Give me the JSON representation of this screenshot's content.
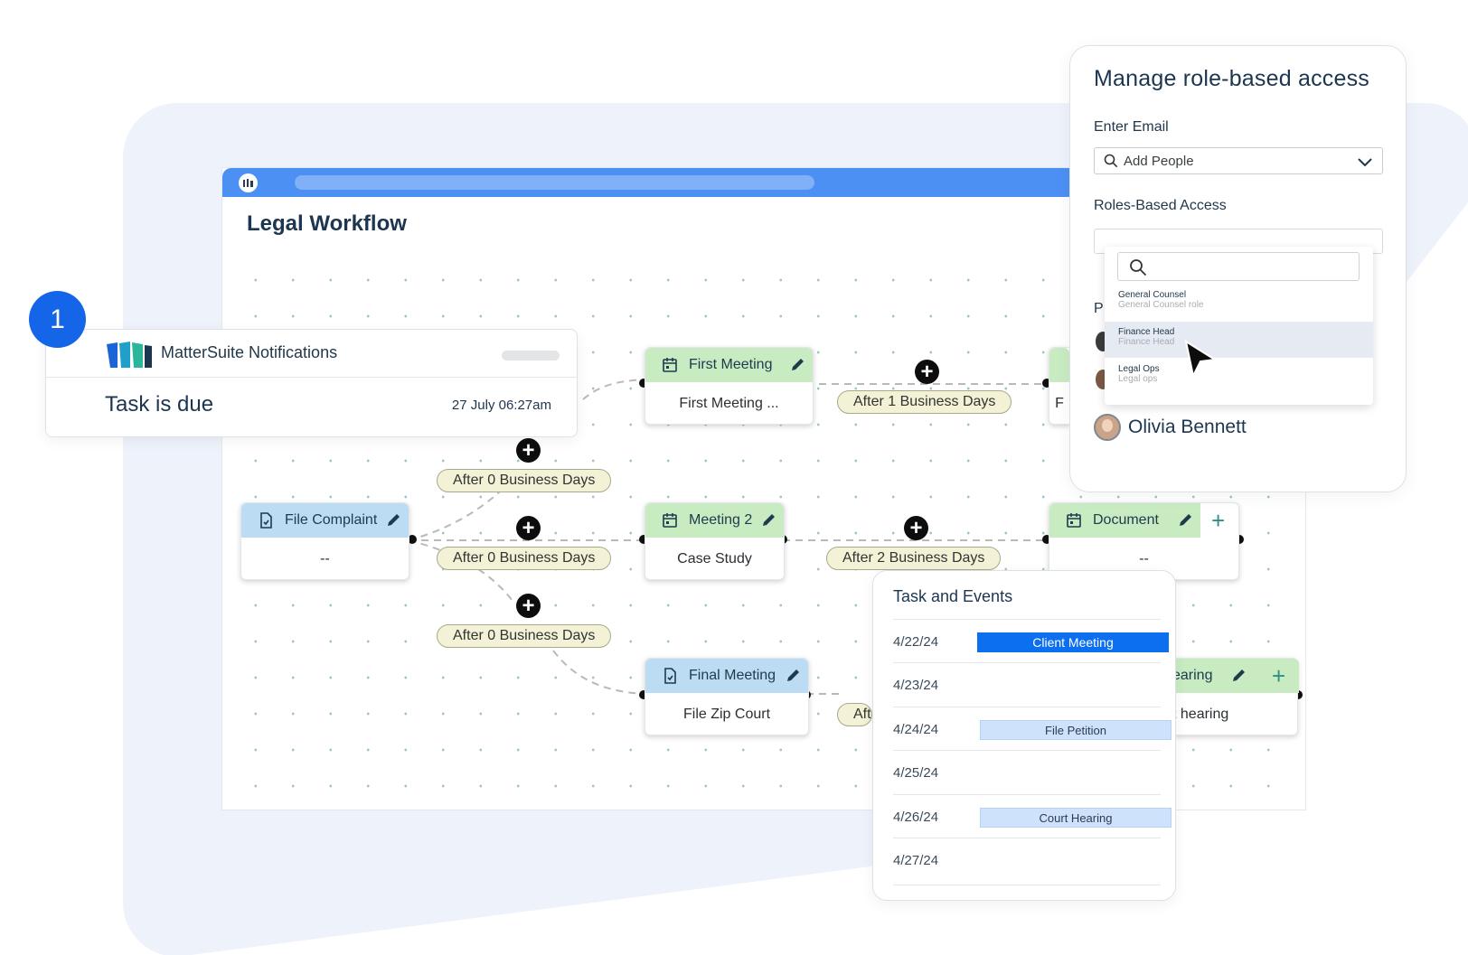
{
  "workflow": {
    "title": "Legal Workflow",
    "nodes": [
      {
        "title": "File Complaint",
        "body": "--",
        "icon": "document-icon",
        "color": "blue"
      },
      {
        "title": "First Meeting",
        "body": "First Meeting ...",
        "icon": "calendar-icon",
        "color": "green"
      },
      {
        "title": "Meeting 2",
        "body": "Case Study",
        "icon": "calendar-icon",
        "color": "green"
      },
      {
        "title": "Final Meeting",
        "body": "File Zip Court",
        "icon": "document-icon",
        "color": "blue"
      },
      {
        "title": "Document",
        "body": "--",
        "icon": "calendar-icon",
        "color": "green"
      },
      {
        "title": "earing",
        "body": "t hearing",
        "icon": "calendar-icon",
        "color": "green"
      },
      {
        "title": "",
        "body": "F",
        "icon": "",
        "color": "green"
      }
    ],
    "delays": [
      "After 0 Business Days",
      "After 0 Business Days",
      "After 0 Business Days",
      "After 1 Business Days",
      "After 2 Business Days",
      "Aft"
    ]
  },
  "notification": {
    "step": "1",
    "app": "MatterSuite Notifications",
    "message": "Task is due",
    "time": "27 July 06:27am"
  },
  "access_panel": {
    "title": "Manage role-based access",
    "email_label": "Enter Email",
    "email_placeholder": "Add People",
    "roles_label": "Roles-Based Access",
    "cut_label": "P",
    "options": [
      {
        "name": "General Counsel",
        "sub": "General Counsel role"
      },
      {
        "name": "Finance Head",
        "sub": "Finance Head"
      },
      {
        "name": "Legal Ops",
        "sub": "Legal ops"
      }
    ],
    "person": "Olivia Bennett"
  },
  "events": {
    "title": "Task and Events",
    "rows": [
      {
        "date": "4/22/24",
        "event": "Client Meeting",
        "style": "solid"
      },
      {
        "date": "4/23/24",
        "event": "",
        "style": ""
      },
      {
        "date": "4/24/24",
        "event": "File Petition",
        "style": "soft"
      },
      {
        "date": "4/25/24",
        "event": "",
        "style": ""
      },
      {
        "date": "4/26/24",
        "event": "Court Hearing",
        "style": "soft"
      },
      {
        "date": "4/27/24",
        "event": "",
        "style": ""
      }
    ]
  },
  "colors": {
    "accent_blue": "#1565e8",
    "titlebar": "#4d90f3",
    "node_green": "#c9ebc2",
    "node_blue": "#bcdcf3",
    "pill": "#f3f2d7"
  }
}
